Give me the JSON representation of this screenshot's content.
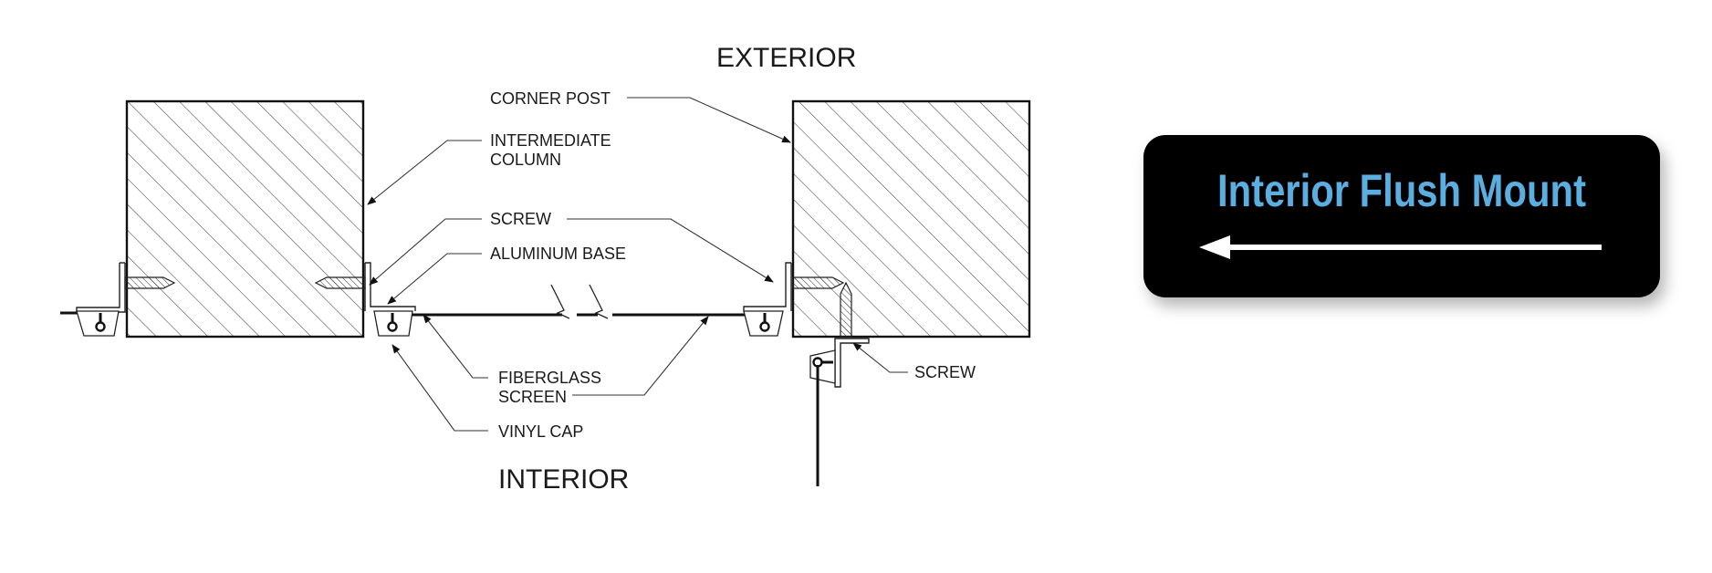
{
  "labels": {
    "exterior": "EXTERIOR",
    "interior": "INTERIOR",
    "corner_post": "CORNER POST",
    "intermediate_line1": "INTERMEDIATE",
    "intermediate_line2": "COLUMN",
    "screw_top": "SCREW",
    "aluminum_base": "ALUMINUM BASE",
    "fiberglass_line1": "FIBERGLASS",
    "fiberglass_line2": "SCREEN",
    "vinyl_cap": "VINYL CAP",
    "screw_right": "SCREW"
  },
  "badge": {
    "title": "Interior Flush Mount",
    "arrow_icon": "arrow-left-icon"
  },
  "colors": {
    "badge_bg": "#000000",
    "badge_title": "#5aaee0",
    "badge_arrow": "#ffffff"
  }
}
